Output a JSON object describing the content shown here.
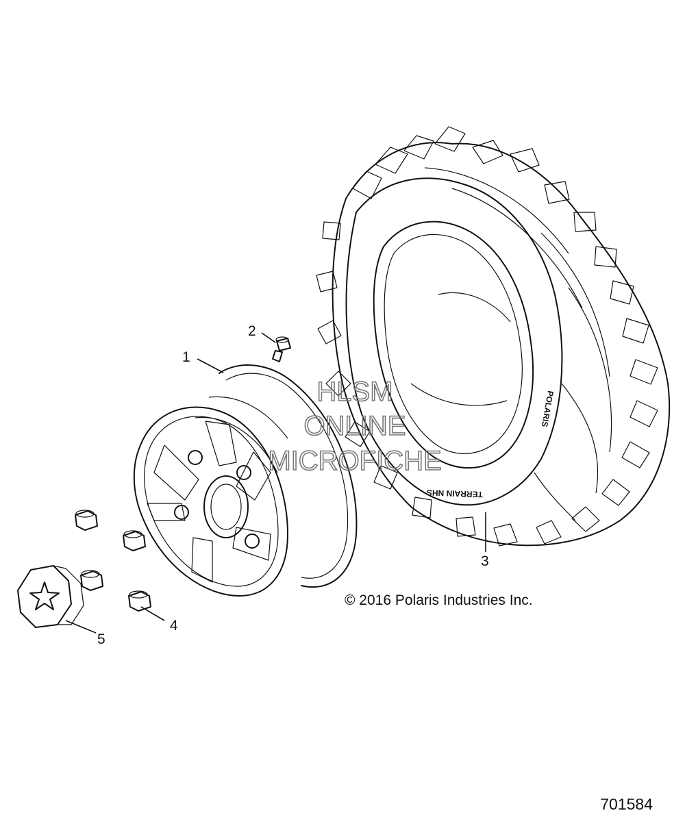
{
  "callouts": {
    "wheel": "1",
    "valve_stem": "2",
    "tire": "3",
    "lug_nut": "4",
    "hub_cap": "5"
  },
  "copyright": "© 2016 Polaris Industries Inc.",
  "drawing_number": "701584",
  "watermark": {
    "line1": "HLSM",
    "line2": "ONLINE",
    "line3": "MICROFICHE"
  },
  "tire_sidewall": {
    "brand": "POLARIS",
    "model": "TERRAIN NHS"
  },
  "colors": {
    "line": "#111111",
    "watermark": "#777777",
    "background": "#ffffff"
  }
}
